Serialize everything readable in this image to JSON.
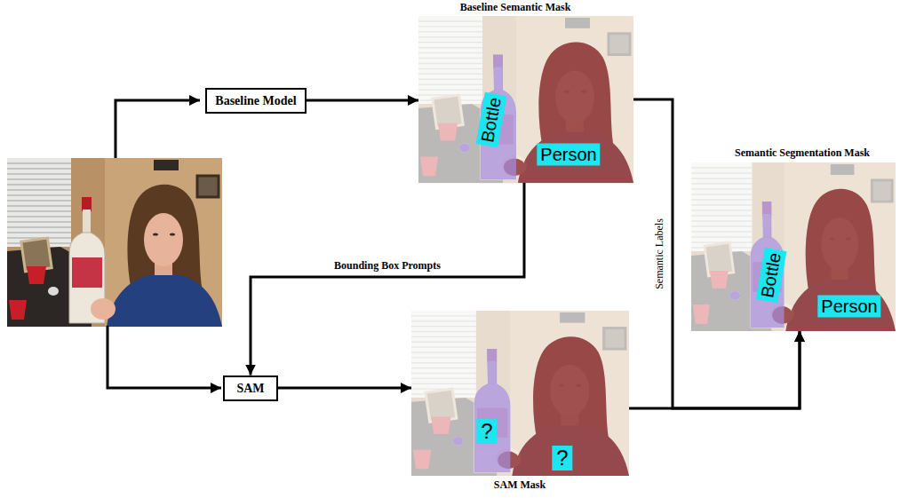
{
  "diagram": {
    "nodes": [
      {
        "text": [
          "Baseline Model"
        ]
      },
      {
        "text": [
          "Baseline Semantic Mask",
          "Bottle",
          "Person"
        ]
      },
      {
        "text": [
          "SAM"
        ]
      },
      {
        "text": [
          "SAM Mask",
          "?",
          "?"
        ]
      },
      {
        "text": [
          "Semantic Segmentation Mask",
          "Bottle",
          "Person"
        ]
      }
    ],
    "edges": [
      {
        "from": 0,
        "to": 1,
        "arrow": "to"
      },
      {
        "from": 1,
        "to": 2,
        "label": "Bounding Box Prompts",
        "arrow": "to"
      },
      {
        "from": 2,
        "to": 3,
        "arrow": "to"
      },
      {
        "from": 1,
        "to": 4,
        "label": "Semantic Labels",
        "arrow": "to"
      },
      {
        "from": 3,
        "to": 4,
        "arrow": "to"
      }
    ]
  }
}
